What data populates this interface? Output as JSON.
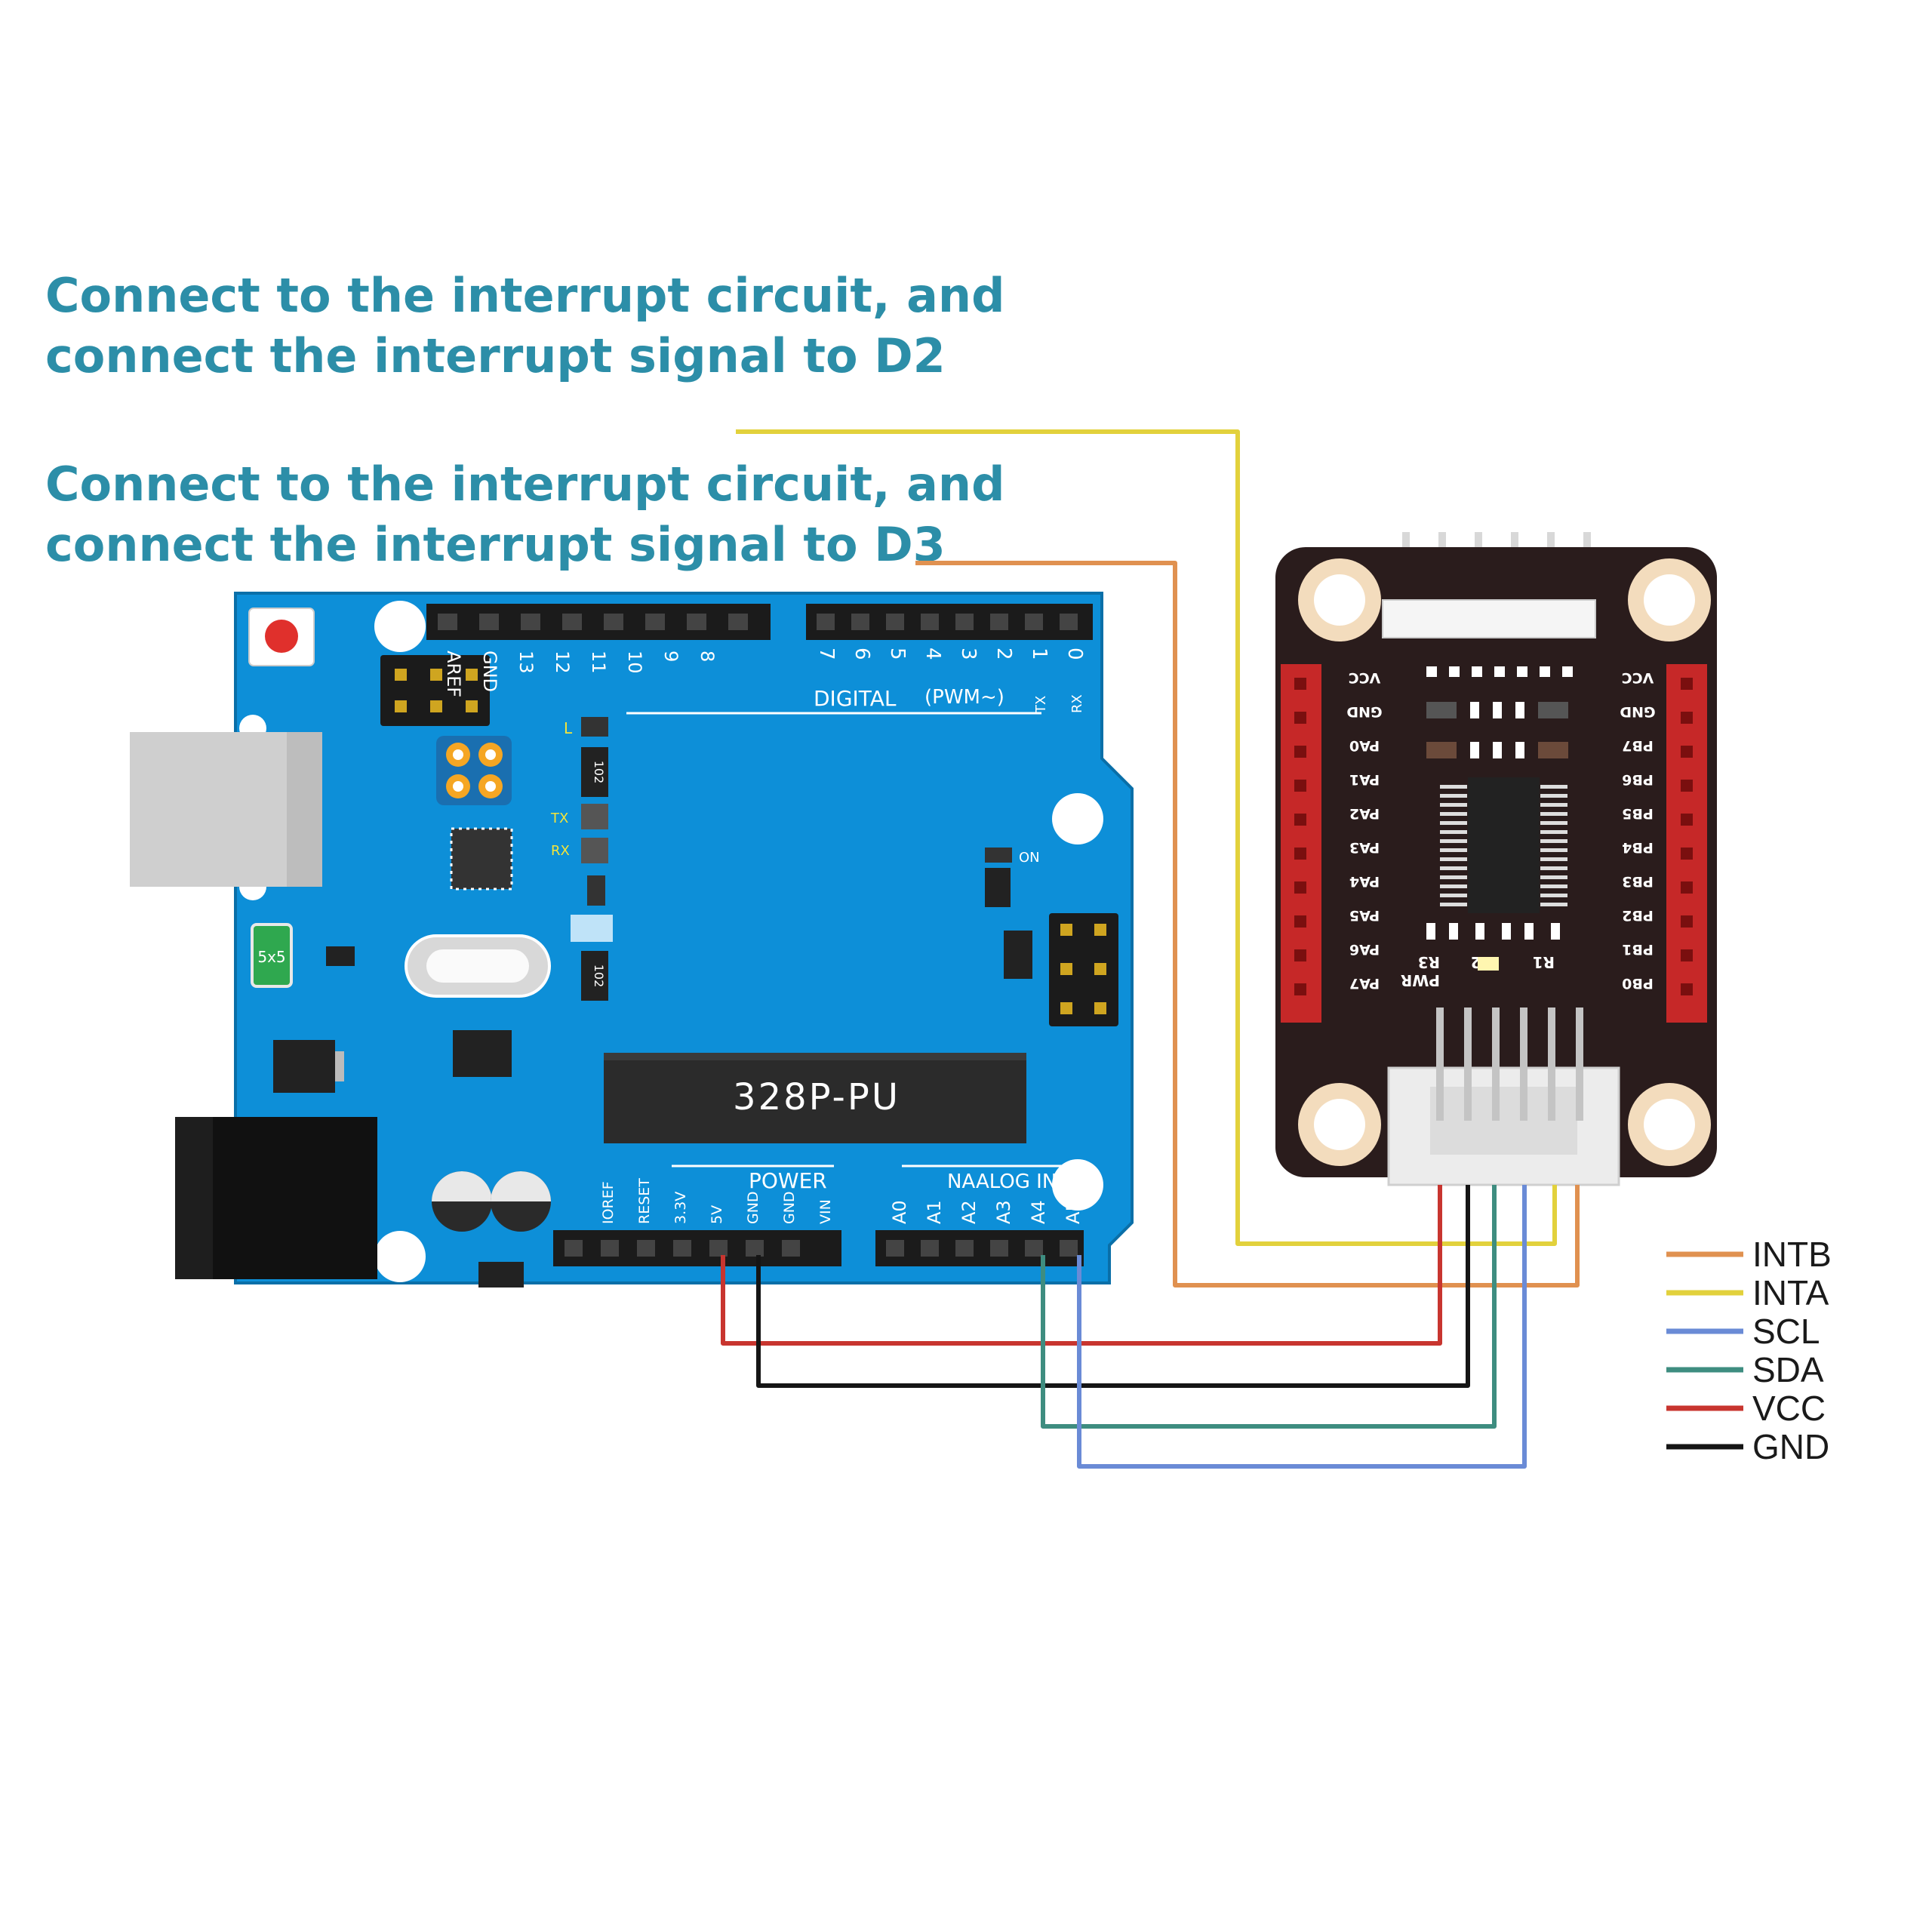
{
  "captions": {
    "d2_line1": "Connect to the interrupt circuit, and",
    "d2_line2": "connect the interrupt signal to D2",
    "d3_line1": "Connect to the interrupt circuit, and",
    "d3_line2": "connect the interrupt signal to D3"
  },
  "arduino": {
    "chip_label": "328P-PU",
    "digital_label": "DIGITAL",
    "pwm_label": "(PWM~)",
    "power_label": "POWER",
    "analog_label": "NAALOG IN",
    "digital_pins_left": [
      "AREF",
      "GND",
      "13",
      "12",
      "11",
      "10",
      "9",
      "8"
    ],
    "digital_pins_right": [
      "7",
      "6",
      "5",
      "4",
      "3",
      "2",
      "1",
      "0"
    ],
    "tx_label": "TX",
    "rx_label": "RX",
    "power_pins": [
      "IOREF",
      "RESET",
      "3.3V",
      "5V",
      "GND",
      "GND",
      "VIN"
    ],
    "analog_pins": [
      "A0",
      "A1",
      "A2",
      "A3",
      "A4",
      "A5"
    ],
    "led_l": "L",
    "led_tx": "TX",
    "led_rx": "RX",
    "led_on": "ON",
    "fuse_label": "5x5",
    "resistor_label": "102"
  },
  "module": {
    "left_pins": [
      "VCC",
      "GND",
      "PA0",
      "PA1",
      "PA2",
      "PA3",
      "PA4",
      "PA5",
      "PA6",
      "PA7"
    ],
    "right_pins": [
      "VCC",
      "GND",
      "PB7",
      "PB6",
      "PB5",
      "PB4",
      "PB3",
      "PB2",
      "PB1",
      "PB0"
    ],
    "r_labels": [
      "R3",
      "R2",
      "R1"
    ],
    "pwr_label": "PWR"
  },
  "legend": [
    {
      "label": "INTB",
      "color": "#e09150"
    },
    {
      "label": "INTA",
      "color": "#e2d13c"
    },
    {
      "label": "SCL",
      "color": "#6a8bd6"
    },
    {
      "label": "SDA",
      "color": "#3e8d80"
    },
    {
      "label": "VCC",
      "color": "#c8352f"
    },
    {
      "label": "GND",
      "color": "#151515"
    }
  ],
  "colors": {
    "board_blue": "#0d8fd8",
    "caption_teal": "#2c8ea8",
    "module_dark": "#2a1c1c",
    "header_red": "#c62828"
  }
}
